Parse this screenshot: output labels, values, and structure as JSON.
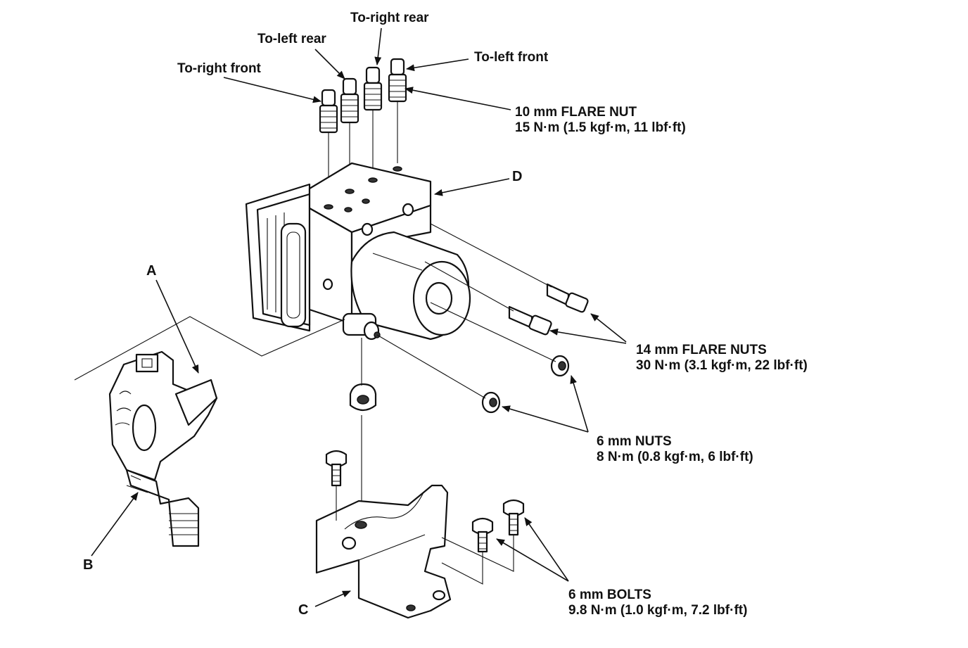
{
  "labels": {
    "to_right_rear": "To-right rear",
    "to_left_rear": "To-left rear",
    "to_right_front": "To-right front",
    "to_left_front": "To-left front",
    "flare_nut_10": "10 mm FLARE NUT",
    "flare_nut_10_torque": "15 N·m (1.5 kgf·m, 11 lbf·ft)",
    "part_d": "D",
    "part_a": "A",
    "flare_nuts_14": "14 mm FLARE NUTS",
    "flare_nuts_14_torque": "30 N·m (3.1 kgf·m, 22 lbf·ft)",
    "nuts_6": "6 mm NUTS",
    "nuts_6_torque": "8 N·m (0.8 kgf·m, 6 lbf·ft)",
    "part_b": "B",
    "bolts_6": "6 mm BOLTS",
    "bolts_6_torque": "9.8 N·m (1.0 kgf·m, 7.2 lbf·ft)",
    "part_c": "C"
  }
}
